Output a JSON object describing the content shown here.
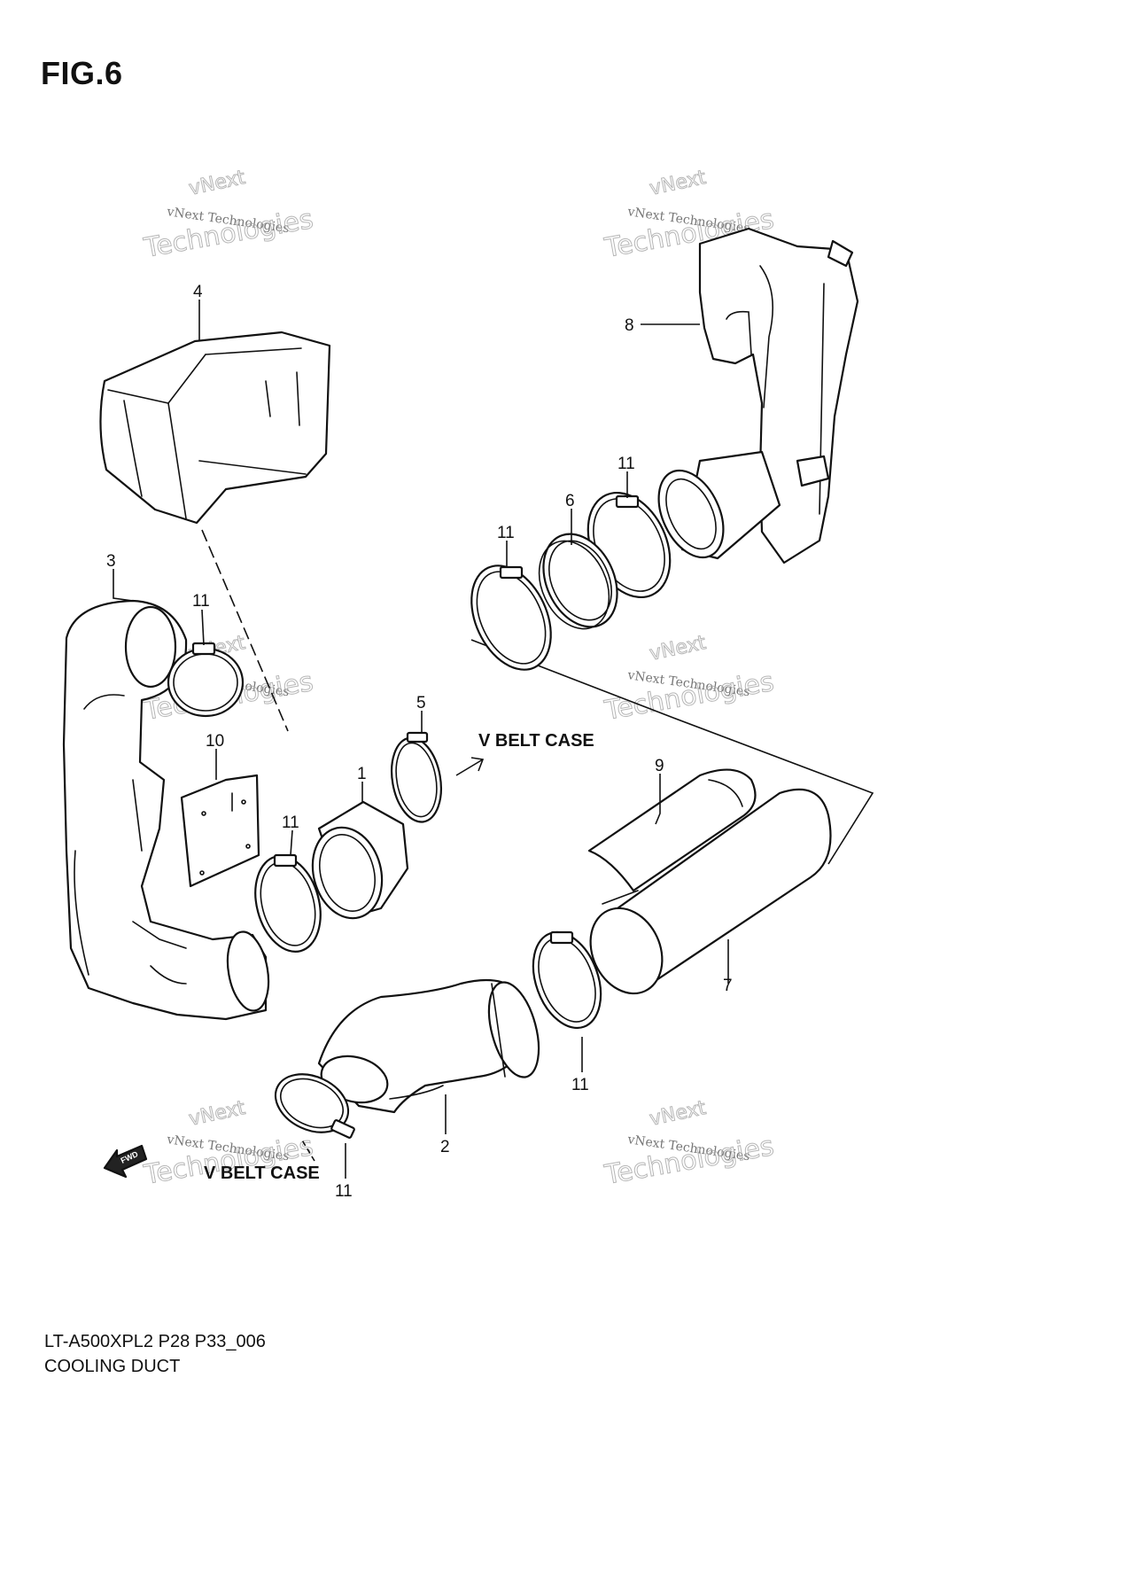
{
  "figure": {
    "title": "FIG.6",
    "model_code": "LT-A500XPL2 P28 P33_006",
    "section_name": "COOLING DUCT"
  },
  "callouts": {
    "p1": "1",
    "p2": "2",
    "p3": "3",
    "p4": "4",
    "p5": "5",
    "p6": "6",
    "p7": "7",
    "p8": "8",
    "p9": "9",
    "p10": "10",
    "p11a": "11",
    "p11b": "11",
    "p11c": "11",
    "p11d": "11",
    "p11e": "11",
    "p11f": "11"
  },
  "notes": {
    "vbelt_upper": "V BELT CASE",
    "vbelt_lower": "V BELT CASE",
    "fwd": "FWD"
  },
  "watermark": {
    "line_small": "vNext Technologies",
    "line_top": "vNext",
    "line_big": "Technologies"
  }
}
